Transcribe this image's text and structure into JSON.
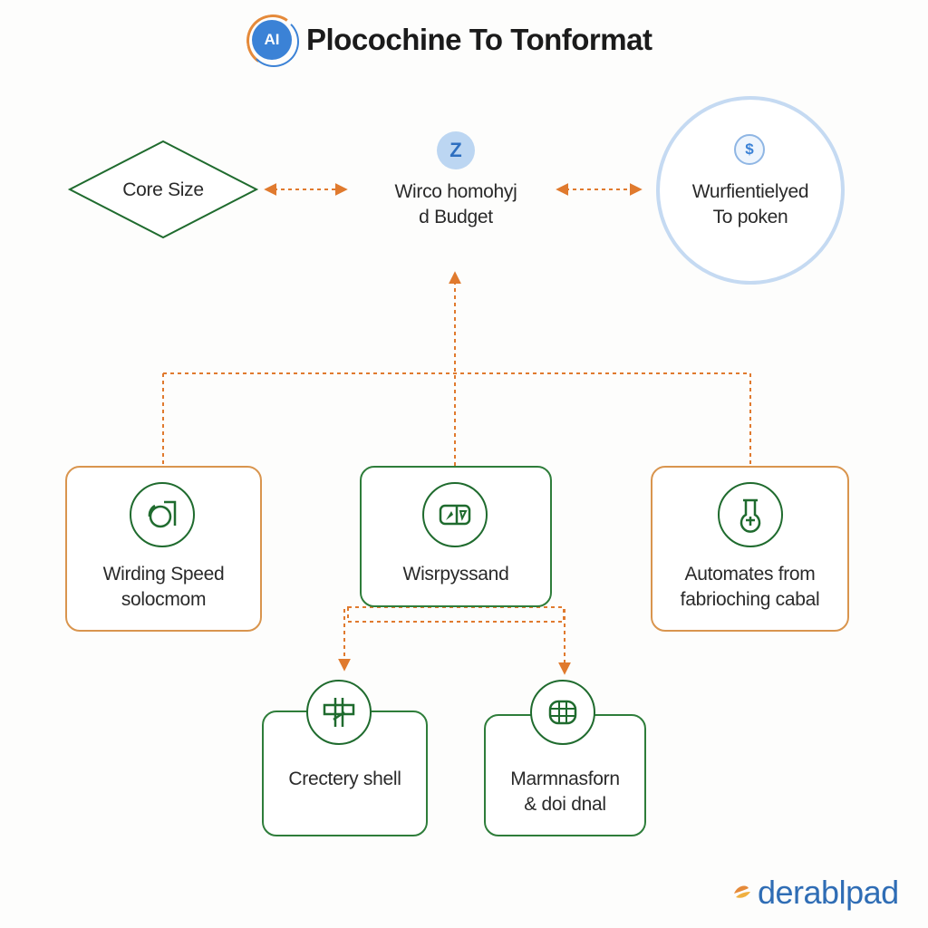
{
  "header": {
    "logo_text": "AI",
    "title": "Plocochine To Tonformat"
  },
  "top_row": {
    "diamond_label": "Core Size",
    "center_label_line1": "Wirco homohyj",
    "center_label_line2": "d Budget",
    "circle_label_line1": "Wurfientielyed",
    "circle_label_line2": "To poken",
    "circle_icon_glyph": "$",
    "center_icon_glyph": "Z"
  },
  "middle_row": [
    {
      "line1": "Wirding Speed",
      "line2": "solocmom",
      "icon": "dial-icon"
    },
    {
      "line1": "Wisrpyssand",
      "line2": "",
      "icon": "capsule-icon"
    },
    {
      "line1": "Automates from",
      "line2": "fabrioching cabal",
      "icon": "flask-icon"
    }
  ],
  "bottom_row": [
    {
      "line1": "Crectery shell",
      "line2": "",
      "icon": "pipe-icon"
    },
    {
      "line1": "Marmnasforn",
      "line2": "& doi dnal",
      "icon": "database-icon"
    }
  ],
  "brand": {
    "text": "derablpad",
    "leaf_colors": [
      "#e58a3a",
      "#f0b040"
    ]
  },
  "colors": {
    "connector": "#e07a2e",
    "green_border": "#2e7d3a",
    "orange_border": "#d9954e",
    "blue_ring": "#c5daf2"
  }
}
